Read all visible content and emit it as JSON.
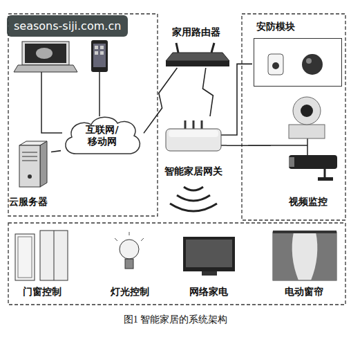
{
  "diagram": {
    "caption": "图1 智能家居的系统架构",
    "nodes": [
      {
        "text": [
          "家用路由器"
        ]
      },
      {
        "text": [
          "安防模块"
        ]
      },
      {
        "text": [
          "互联网/ 移动网"
        ]
      },
      {
        "text": [
          "智能家居网关"
        ]
      },
      {
        "text": [
          "视频监控"
        ]
      },
      {
        "text": [
          "云服务器"
        ]
      },
      {
        "text": [
          "门窗控制"
        ]
      },
      {
        "text": [
          "灯光控制"
        ]
      },
      {
        "text": [
          "网络家电"
        ]
      },
      {
        "text": [
          "电动窗帘"
        ]
      }
    ],
    "edges": [
      {
        "from": 2,
        "to": 0,
        "arrow": "none"
      },
      {
        "from": 0,
        "to": 3,
        "arrow": "none"
      },
      {
        "from": 2,
        "to": 5,
        "arrow": "none"
      },
      {
        "from": 3,
        "to": 1,
        "arrow": "none"
      },
      {
        "from": 3,
        "to": 4,
        "arrow": "none"
      }
    ],
    "labels": [
      "seasons-siji.com.cn"
    ]
  }
}
